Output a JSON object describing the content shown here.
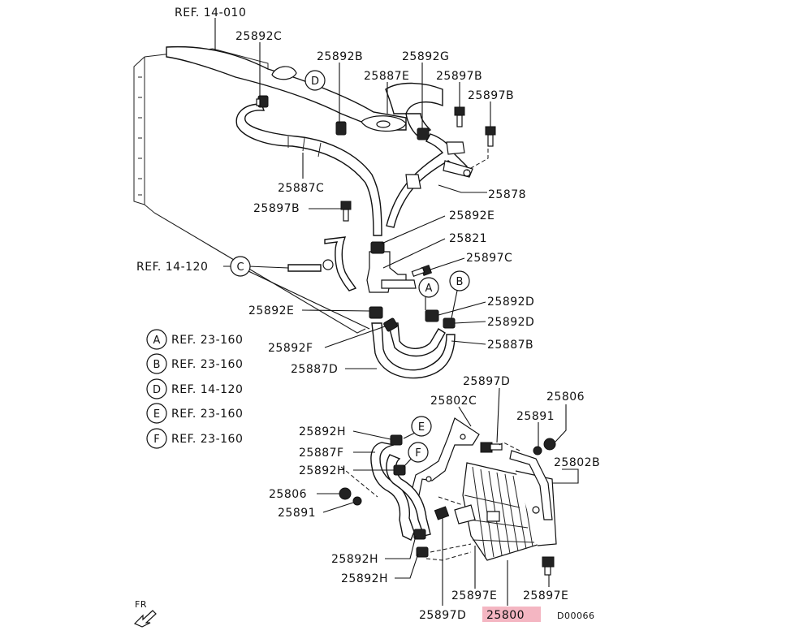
{
  "labels": {
    "ref_14_010": "REF. 14-010",
    "p25892C": "25892C",
    "p25892B": "25892B",
    "p25892G": "25892G",
    "p25887E": "25887E",
    "p25897B_1": "25897B",
    "p25897B_2": "25897B",
    "p25887C": "25887C",
    "p25878": "25878",
    "p25897B_3": "25897B",
    "p25892E": "25892E",
    "p25821": "25821",
    "ref_14_120": "REF. 14-120",
    "p25897C": "25897C",
    "p25892E_2": "25892E",
    "p25892D_1": "25892D",
    "p25892D_2": "25892D",
    "p25892F": "25892F",
    "p25887B": "25887B",
    "p25887D": "25887D",
    "p25897D_1": "25897D",
    "p25806_1": "25806",
    "p25802C": "25802C",
    "p25891_1": "25891",
    "p25892H_1": "25892H",
    "p25802B": "25802B",
    "p25887F": "25887F",
    "p25892H_2": "25892H",
    "p25806_2": "25806",
    "p25891_2": "25891",
    "p25892H_3": "25892H",
    "p25892H_4": "25892H",
    "p25897E_1": "25897E",
    "p25897E_2": "25897E",
    "p25897D_2": "25897D",
    "p25800": "25800",
    "fr": "FR",
    "code": "D00066"
  },
  "circles": {
    "A": "A",
    "B": "B",
    "C": "C",
    "D": "D",
    "E": "E",
    "F": "F"
  },
  "legend": [
    {
      "letter": "A",
      "ref": "REF. 23-160"
    },
    {
      "letter": "B",
      "ref": "REF. 23-160"
    },
    {
      "letter": "D",
      "ref": "REF. 14-120"
    },
    {
      "letter": "E",
      "ref": "REF. 23-160"
    },
    {
      "letter": "F",
      "ref": "REF. 23-160"
    }
  ],
  "highlight_color": "#f4b6c2"
}
